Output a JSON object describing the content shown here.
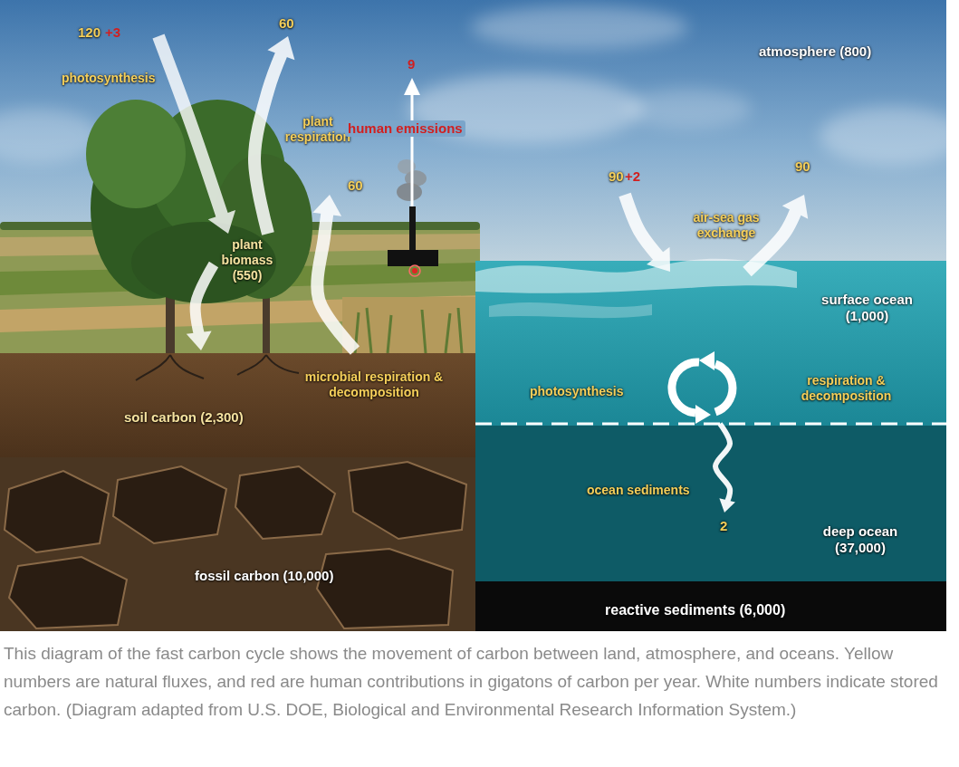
{
  "diagram": {
    "caption": "This diagram of the fast carbon cycle shows the movement of carbon between land, atmosphere, and oceans. Yellow numbers are natural fluxes, and red are human contributions in gigatons of carbon per year. White numbers indicate stored carbon. (Diagram adapted from U.S. DOE, Biological and Environmental Research Information System.)",
    "nodes": [
      {
        "text": [
          "atmosphere (800)"
        ]
      },
      {
        "text": [
          "plant biomass (550)"
        ]
      },
      {
        "text": [
          "soil carbon (2,300)"
        ]
      },
      {
        "text": [
          "surface ocean (1,000)"
        ]
      },
      {
        "text": [
          "deep ocean (37,000)"
        ]
      },
      {
        "text": [
          "fossil carbon (10,000)"
        ]
      },
      {
        "text": [
          "reactive sediments (6,000)"
        ]
      }
    ],
    "edges": [
      {
        "from": 0,
        "to": 1,
        "arrow": "to",
        "label": "photosynthesis"
      },
      {
        "from": 1,
        "to": 0,
        "arrow": "to",
        "label": "plant respiration"
      },
      {
        "from": 1,
        "to": 2,
        "arrow": "to"
      },
      {
        "from": 2,
        "to": 0,
        "arrow": "to",
        "label": "microbial respiration & decomposition"
      },
      {
        "from": 0,
        "to": 3,
        "arrow": "to",
        "label": "air-sea gas exchange"
      },
      {
        "from": 3,
        "to": 0,
        "arrow": "to"
      },
      {
        "from": 3,
        "to": 4,
        "arrow": "to",
        "label": "ocean sediments"
      }
    ],
    "labels": [
      "120",
      "+3",
      "60",
      "9",
      "human emissions",
      "60",
      "90",
      "+2",
      "90",
      "photosynthesis",
      "respiration & decomposition",
      "2"
    ]
  }
}
